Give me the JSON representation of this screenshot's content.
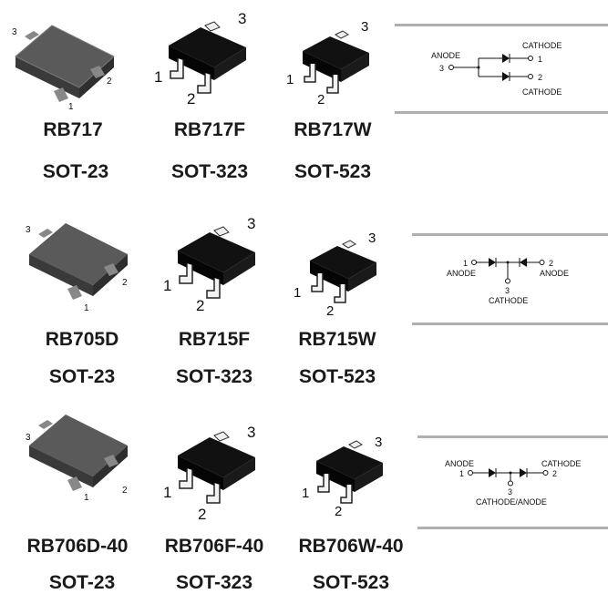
{
  "rows": [
    {
      "parts": [
        {
          "part": "RB717",
          "package": "SOT-23"
        },
        {
          "part": "RB717F",
          "package": "SOT-323"
        },
        {
          "part": "RB717W",
          "package": "SOT-523"
        }
      ],
      "circuit": {
        "pin_left": "3",
        "pin_top": "1",
        "pin_bottom": "2",
        "label_left": "ANODE",
        "label_top": "CATHODE",
        "label_bottom": "CATHODE"
      }
    },
    {
      "parts": [
        {
          "part": "RB705D",
          "package": "SOT-23"
        },
        {
          "part": "RB715F",
          "package": "SOT-323"
        },
        {
          "part": "RB715W",
          "package": "SOT-523"
        }
      ],
      "circuit": {
        "pin_left": "1",
        "pin_right": "2",
        "pin_mid": "3",
        "label_left": "ANODE",
        "label_right": "ANODE",
        "label_mid": "CATHODE"
      }
    },
    {
      "parts": [
        {
          "part": "RB706D-40",
          "package": "SOT-23"
        },
        {
          "part": "RB706F-40",
          "package": "SOT-323"
        },
        {
          "part": "RB706W-40",
          "package": "SOT-523"
        }
      ],
      "circuit": {
        "pin_left": "1",
        "pin_right": "2",
        "pin_mid": "3",
        "label_left": "ANODE",
        "label_right": "CATHODE",
        "label_mid": "CATHODE/ANODE"
      }
    }
  ],
  "pin_numbers": {
    "p1": "1",
    "p2": "2",
    "p3": "3"
  }
}
